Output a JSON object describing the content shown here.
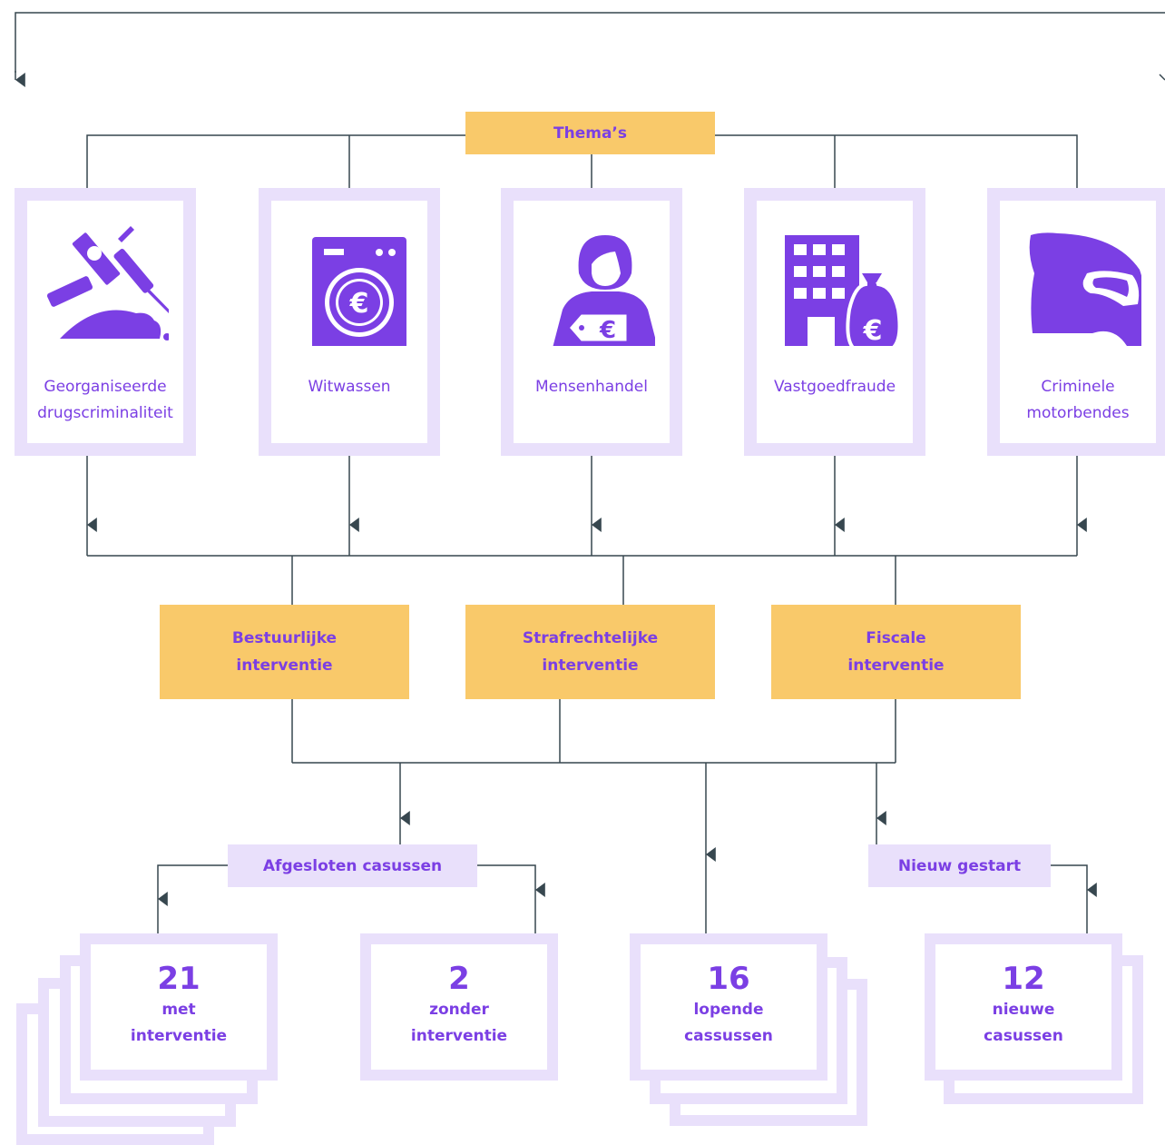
{
  "themes_label": "Thema’s",
  "themes": [
    {
      "label": "Georganiseerde\ndrugscriminaliteit",
      "icon": "drugs-icon"
    },
    {
      "label": "Witwassen",
      "icon": "washing-machine-euro-icon"
    },
    {
      "label": "Mensenhandel",
      "icon": "person-price-tag-icon"
    },
    {
      "label": "Vastgoedfraude",
      "icon": "building-money-bag-icon"
    },
    {
      "label": "Criminele\nmotorbendes",
      "icon": "motorcycle-helmet-icon"
    }
  ],
  "interventions": [
    {
      "label": "Bestuurlijke\ninterventie"
    },
    {
      "label": "Strafrechtelijke\ninterventie"
    },
    {
      "label": "Fiscale\ninterventie"
    }
  ],
  "outcome_labels": {
    "closed": "Afgesloten casussen",
    "new": "Nieuw gestart"
  },
  "counts": [
    {
      "value": "21",
      "label": "met\ninterventie"
    },
    {
      "value": "2",
      "label": "zonder\ninterventie"
    },
    {
      "value": "16",
      "label": "lopende\ncassussen"
    },
    {
      "value": "12",
      "label": "nieuwe\ncasussen"
    }
  ],
  "colors": {
    "purple": "#7b3fe4",
    "lavender": "#e9e0fb",
    "yellow": "#f9c96a",
    "line": "#37474f"
  }
}
